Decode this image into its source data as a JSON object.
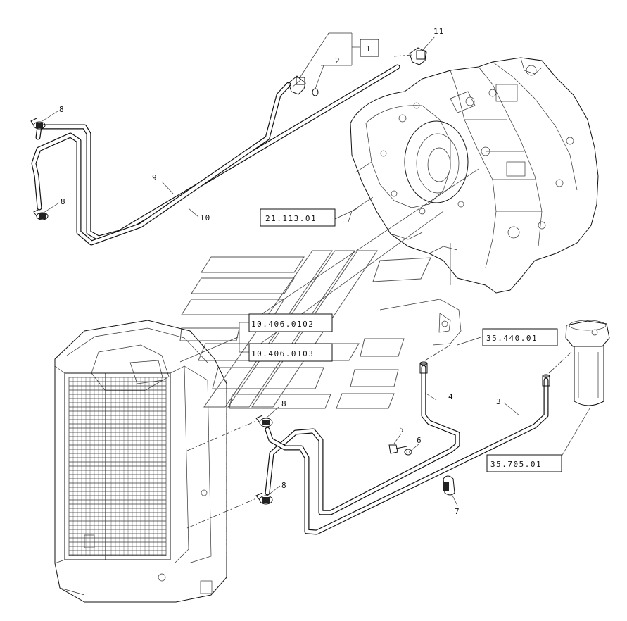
{
  "diagram": {
    "callouts": [
      "1",
      "2",
      "3",
      "4",
      "5",
      "6",
      "7",
      "8",
      "8",
      "8",
      "8",
      "9",
      "10",
      "11"
    ],
    "references": [
      "21.113.01",
      "10.406.0102",
      "10.406.0103",
      "35.440.01",
      "35.705.01"
    ]
  }
}
